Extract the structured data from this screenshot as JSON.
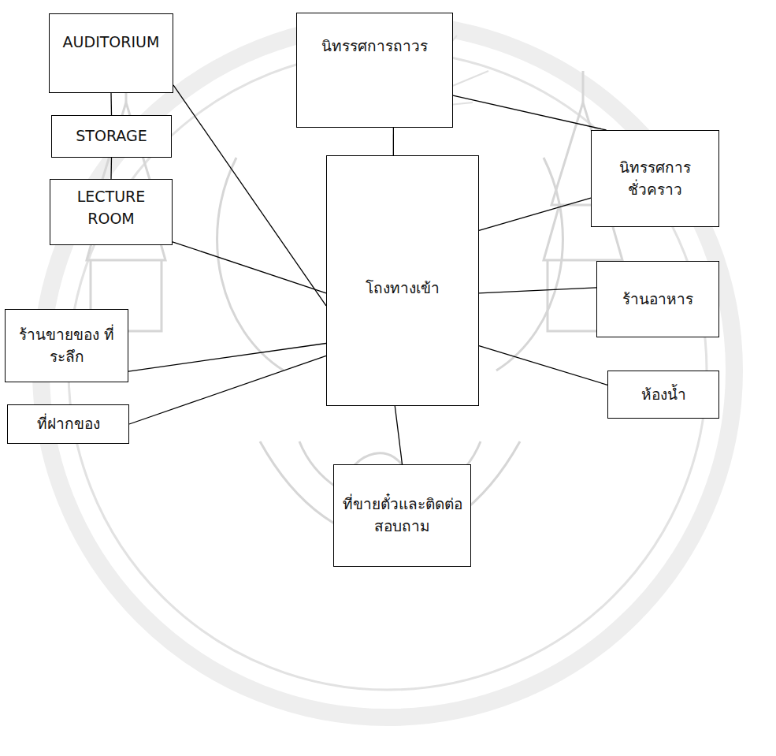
{
  "diagram": {
    "nodes": [
      {
        "text": [
          "AUDITORIUM"
        ]
      },
      {
        "text": [
          "นิทรรศการถาวร"
        ]
      },
      {
        "text": [
          "STORAGE"
        ]
      },
      {
        "text": [
          "นิทรรศการ ชั่วคราว"
        ]
      },
      {
        "text": [
          "LECTURE ROOM"
        ]
      },
      {
        "text": [
          "โถงทางเข้า"
        ]
      },
      {
        "text": [
          "ร้านอาหาร"
        ]
      },
      {
        "text": [
          "ร้านขายของ ที่ระลึก"
        ]
      },
      {
        "text": [
          "ห้องน้ำ"
        ]
      },
      {
        "text": [
          "ที่ฝากของ"
        ]
      },
      {
        "text": [
          "ที่ขายตั๋วและติดต่อ สอบถาม"
        ]
      }
    ],
    "edges": [
      {
        "from": 0,
        "to": 2,
        "arrow": "none"
      },
      {
        "from": 2,
        "to": 4,
        "arrow": "none"
      },
      {
        "from": 0,
        "to": 5,
        "arrow": "none"
      },
      {
        "from": 1,
        "to": 5,
        "arrow": "none"
      },
      {
        "from": 1,
        "to": 3,
        "arrow": "none"
      },
      {
        "from": 3,
        "to": 5,
        "arrow": "none"
      },
      {
        "from": 4,
        "to": 5,
        "arrow": "none"
      },
      {
        "from": 6,
        "to": 5,
        "arrow": "none"
      },
      {
        "from": 7,
        "to": 5,
        "arrow": "none"
      },
      {
        "from": 9,
        "to": 5,
        "arrow": "none"
      },
      {
        "from": 8,
        "to": 5,
        "arrow": "none"
      },
      {
        "from": 10,
        "to": 5,
        "arrow": "none"
      }
    ]
  }
}
